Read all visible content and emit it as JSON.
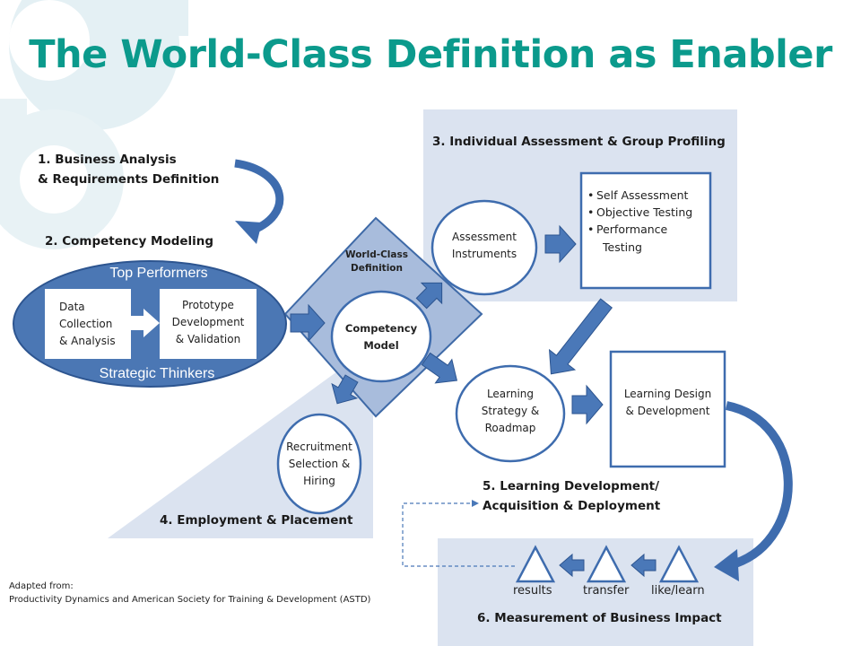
{
  "title": "The World-Class Definition as Enabler",
  "steps": {
    "s1_line1": "1. Business Analysis",
    "s1_line2": "& Requirements Definition",
    "s2": "2. Competency Modeling",
    "s3": "3. Individual Assessment & Group Profiling",
    "s4": "4. Employment & Placement",
    "s5_line1": "5. Learning Development/",
    "s5_line2": "Acquisition & Deployment",
    "s6": "6. Measurement of Business Impact"
  },
  "ellipse": {
    "top_label": "Top Performers",
    "bottom_label": "Strategic Thinkers",
    "box1": [
      "Data",
      "Collection",
      "& Analysis"
    ],
    "box2": [
      "Prototype",
      "Development",
      "& Validation"
    ]
  },
  "diamond": {
    "label_line1": "World-Class",
    "label_line2": "Definition",
    "center_line1": "Competency",
    "center_line2": "Model"
  },
  "assessment": {
    "circle_line1": "Assessment",
    "circle_line2": "Instruments",
    "bullets": [
      "Self Assessment",
      "Objective Testing",
      "Performance"
    ],
    "bullet_cont": "Testing"
  },
  "recruitment": [
    "Recruitment",
    "Selection &",
    "Hiring"
  ],
  "learning": {
    "circle": [
      "Learning",
      "Strategy &",
      "Roadmap"
    ],
    "box_line1": "Learning Design",
    "box_line2": "& Development"
  },
  "measurement": {
    "labels": [
      "results",
      "transfer",
      "like/learn"
    ]
  },
  "footnote": {
    "line1": "Adapted from:",
    "line2": "Productivity Dynamics and American Society for Training & Development (ASTD)"
  },
  "colors": {
    "title": "#0b9a8c",
    "panel": "#dbe3f0",
    "ellipse": "#4b77b4",
    "arrow": "#4a78b8",
    "diamond": "#a8bcdc"
  }
}
